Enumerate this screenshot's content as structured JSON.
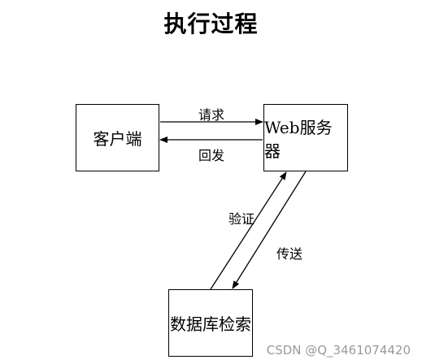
{
  "title": "执行过程",
  "nodes": {
    "client": "客户端",
    "web_server": "Web服务器",
    "database": "数据库检索"
  },
  "edges": {
    "request": "请求",
    "reply": "回发",
    "verify": "验证",
    "transmit": "传送"
  },
  "watermark": "CSDN @Q_3461074420"
}
